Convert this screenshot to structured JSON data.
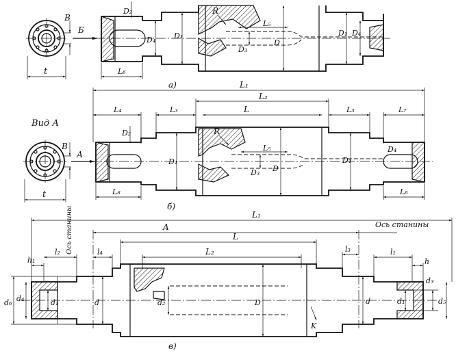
{
  "view_a": {
    "caption": "а)",
    "arrow_label": "Б",
    "dims": {
      "B": "В",
      "t": "t",
      "D2": "D₂",
      "R": "R",
      "L5": "L₅",
      "D4_left": "D₄",
      "D1_left": "D₁",
      "D3": "D₃",
      "D": "D",
      "D1_right": "D₁",
      "D4_right": "D₄",
      "L6": "L₆"
    }
  },
  "view_b": {
    "caption": "б)",
    "vid_label": "Вид А",
    "arrow_label": "А",
    "dims": {
      "L1": "L₁",
      "L4": "L₄",
      "L3_left": "L₃",
      "L2": "L₂",
      "L": "L",
      "L3_right": "L₃",
      "L7": "L₇",
      "B": "В",
      "t": "t",
      "D2": "D₂",
      "R": "R",
      "L5": "L₅",
      "D1_left": "D₁",
      "D3": "D₃",
      "D": "D",
      "D1_right": "D₁",
      "D4": "D₄",
      "L8": "L₈",
      "L6": "L₆"
    }
  },
  "view_c": {
    "caption": "в)",
    "axis_left": "Ось станины",
    "axis_right": "Ось станины",
    "dims": {
      "L1": "L₁",
      "A": "A",
      "L": "L",
      "h1": "h₁",
      "l2": "l₂",
      "l4": "l₄",
      "L2": "L₂",
      "l3": "l₃",
      "l1": "l₁",
      "h": "h",
      "d6": "d₆",
      "d4": "d₄",
      "d1_left": "d₁",
      "d_left": "d",
      "d2": "d₂",
      "D": "D",
      "d_right": "d",
      "d1_right": "d₁",
      "d3": "d₃",
      "d5": "d₅",
      "K": "K"
    }
  }
}
